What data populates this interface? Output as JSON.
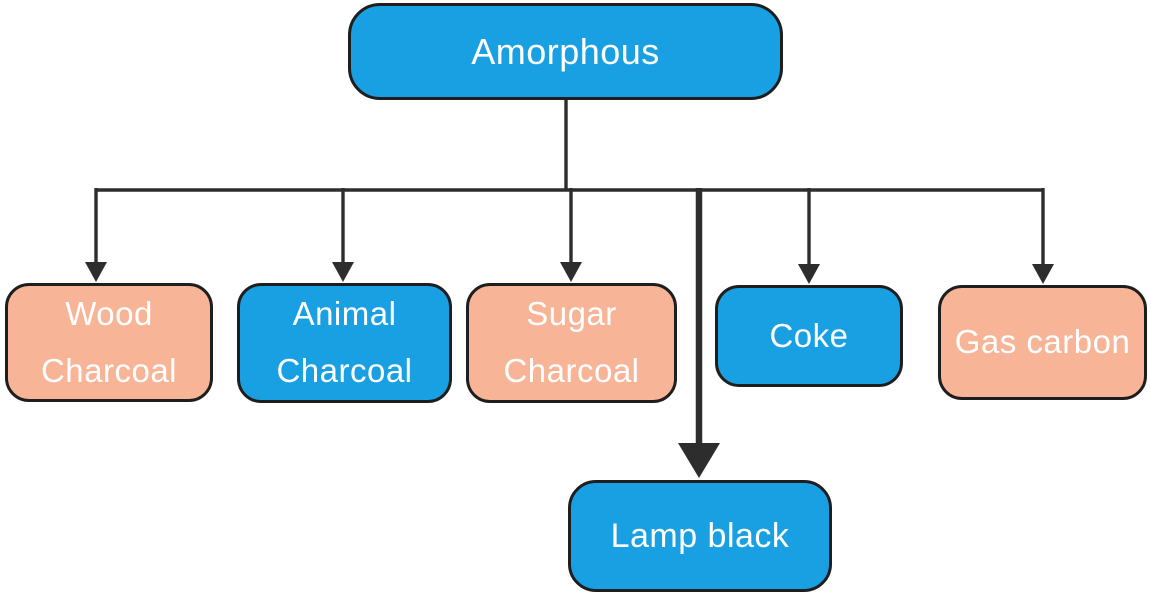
{
  "diagram": {
    "root": {
      "label": "Amorphous",
      "color": "#18A0E2"
    },
    "children": [
      {
        "label": "Wood Charcoal",
        "color": "#F7B497"
      },
      {
        "label": "Animal Charcoal",
        "color": "#18A0E2"
      },
      {
        "label": "Sugar Charcoal",
        "color": "#F7B497"
      },
      {
        "label": "Coke",
        "color": "#18A0E2"
      },
      {
        "label": "Gas carbon",
        "color": "#F7B497"
      },
      {
        "label": "Lamp black",
        "color": "#18A0E2"
      }
    ],
    "colors": {
      "node_blue": "#18A0E2",
      "node_salmon": "#F7B497",
      "node_border": "#1E1E1E",
      "connector": "#2D2D2D",
      "text": "#FFFFFF",
      "background": "#FFFFFF"
    }
  }
}
